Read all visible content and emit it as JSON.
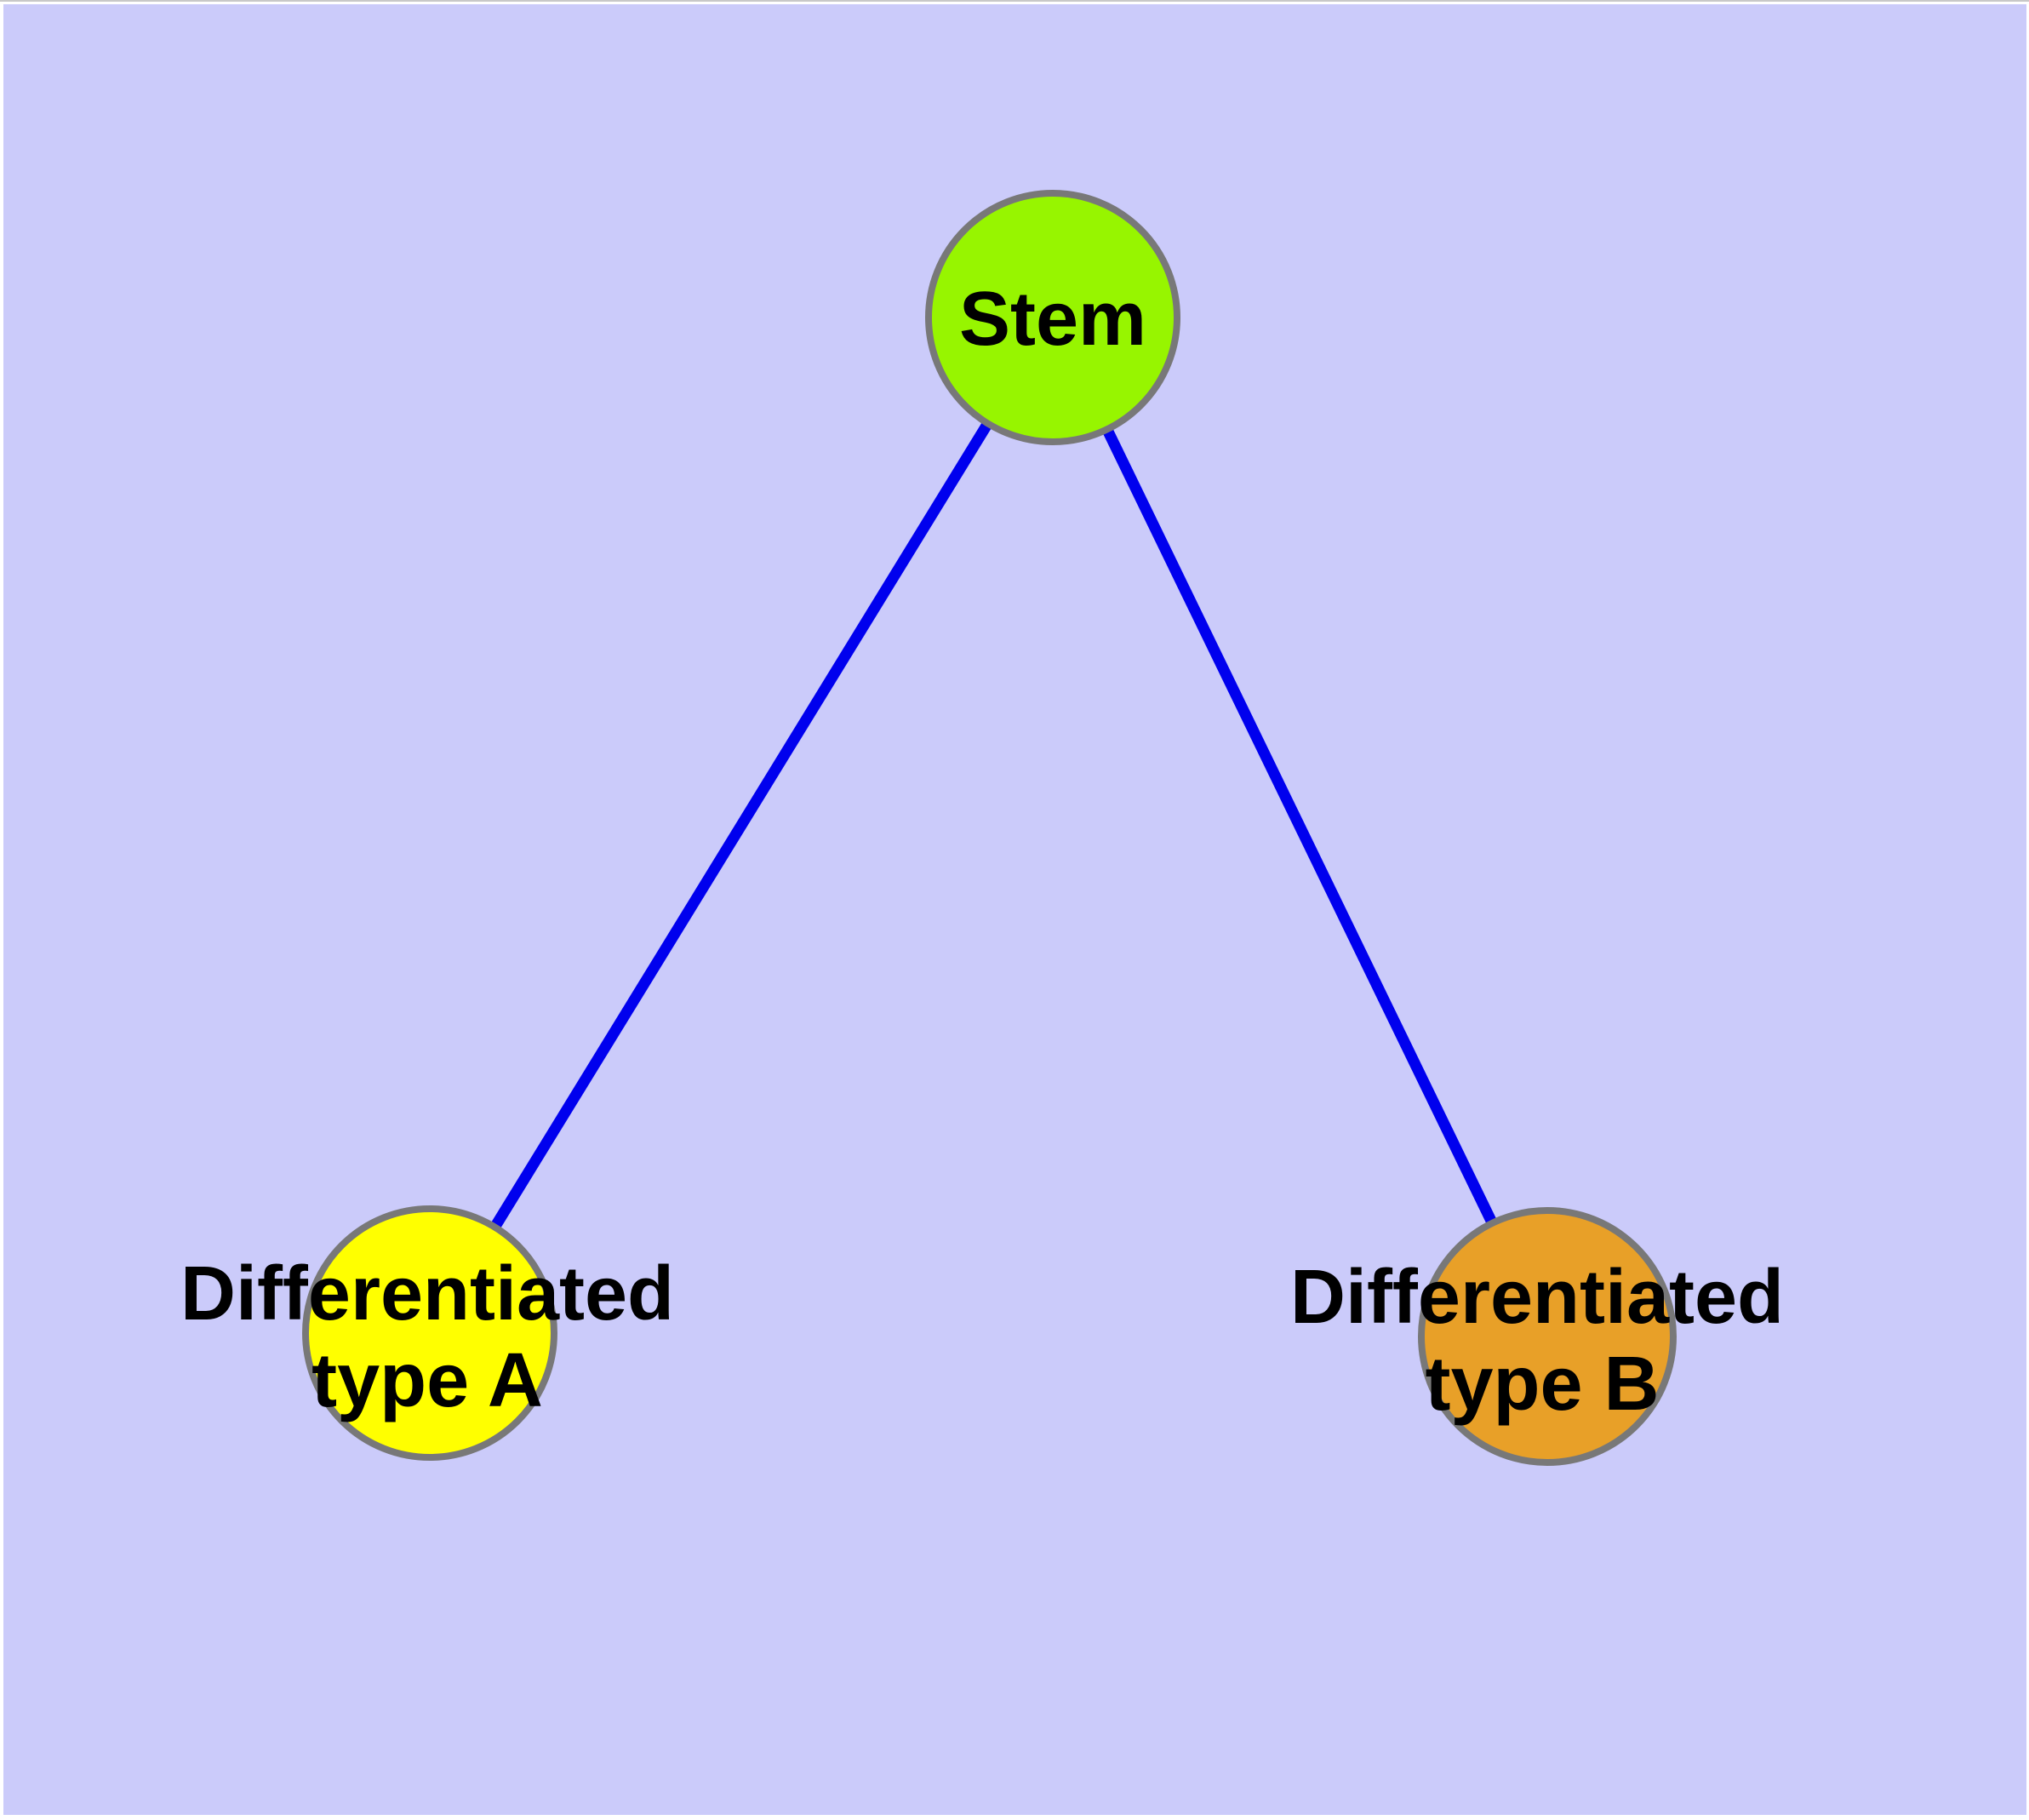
{
  "diagram": {
    "background_color": "#CBCBFA",
    "frame_color": "#FFFFFF",
    "top_hairline_color": "#C8C8C8",
    "edge_color": "#0000EE",
    "node_border_color": "#787878",
    "label_color": "#000000",
    "nodes": [
      {
        "id": "stem",
        "label": "Stem",
        "fill": "#97F500"
      },
      {
        "id": "differentiated-type-a",
        "label": "Differentiated type A",
        "label_line1": "Differentiated",
        "label_line2": "type A",
        "fill": "#FFFF00"
      },
      {
        "id": "differentiated-type-b",
        "label": "Differentiated type B",
        "label_line1": "Differentiated",
        "label_line2": "type B",
        "fill": "#E8A028"
      }
    ],
    "edges": [
      {
        "from": "Stem",
        "to": "Differentiated type A"
      },
      {
        "from": "Stem",
        "to": "Differentiated type B"
      }
    ]
  }
}
